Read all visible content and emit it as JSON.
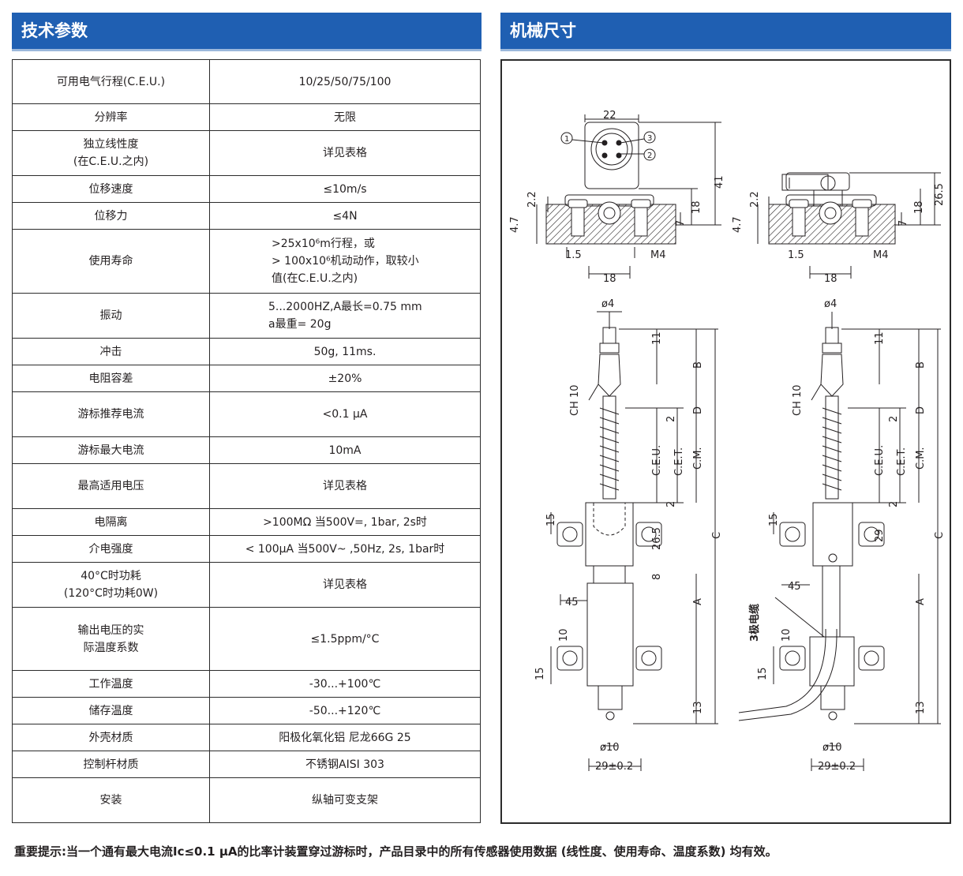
{
  "sections": {
    "specs_title": "技术参数",
    "dimensions_title": "机械尺寸"
  },
  "specs": [
    {
      "label": [
        "可用电气行程(C.E.U.)"
      ],
      "value": [
        "10/25/50/75/100"
      ]
    },
    {
      "label": [
        "分辨率"
      ],
      "value": [
        "无限"
      ]
    },
    {
      "label": [
        "独立线性度",
        "(在C.E.U.之内)"
      ],
      "value": [
        "详见表格"
      ]
    },
    {
      "label": [
        "位移速度"
      ],
      "value": [
        "≤10m/s"
      ]
    },
    {
      "label": [
        "位移力"
      ],
      "value": [
        "≤4N"
      ]
    },
    {
      "label": [
        "使用寿命"
      ],
      "value": [
        ">25x10⁶m行程，或",
        "> 100x10⁶机动动作，取较小",
        "值(在C.E.U.之内)"
      ]
    },
    {
      "label": [
        "振动"
      ],
      "value": [
        "5...2000HZ,A最长=0.75 mm",
        "a最重= 20g"
      ]
    },
    {
      "label": [
        "冲击"
      ],
      "value": [
        "50g, 11ms."
      ]
    },
    {
      "label": [
        "电阻容差"
      ],
      "value": [
        "±20%"
      ]
    },
    {
      "label": [
        "游标推荐电流"
      ],
      "value": [
        "<0.1 μA"
      ]
    },
    {
      "label": [
        "游标最大电流"
      ],
      "value": [
        "10mA"
      ]
    },
    {
      "label": [
        "最高适用电压"
      ],
      "value": [
        "详见表格"
      ]
    },
    {
      "label": [
        "电隔离"
      ],
      "value": [
        ">100MΩ 当500V=, 1bar, 2s时"
      ]
    },
    {
      "label": [
        "介电强度"
      ],
      "value": [
        "< 100μA  当500V~ ,50Hz, 2s, 1bar时"
      ]
    },
    {
      "label": [
        "40°C时功耗",
        "(120°C时功耗0W)"
      ],
      "value": [
        "详见表格"
      ]
    },
    {
      "label": [
        "输出电压的实",
        "际温度系数"
      ],
      "value": [
        "≤1.5ppm/°C"
      ]
    },
    {
      "label": [
        "工作温度"
      ],
      "value": [
        "-30...+100℃"
      ]
    },
    {
      "label": [
        "储存温度"
      ],
      "value": [
        "-50...+120℃"
      ]
    },
    {
      "label": [
        "外壳材质"
      ],
      "value": [
        "阳极化氧化铝 尼龙66G 25"
      ]
    },
    {
      "label": [
        "控制杆材质"
      ],
      "value": [
        "不锈钢AISI 303"
      ]
    },
    {
      "label": [
        "安装"
      ],
      "value": [
        "纵轴可变支架"
      ]
    }
  ],
  "drawing": {
    "dims": {
      "d22": "22",
      "d41": "41",
      "d18": "18",
      "d2_2": "2.2",
      "d4_7": "4.7",
      "d7": "7",
      "d1_5": "1.5",
      "m4": "M4",
      "d26_5": "26.5",
      "phi4": "ø4",
      "d11": "11",
      "ch10": "CH 10",
      "d2": "2",
      "ceu": "C.E.U.",
      "cet": "C.E.T.",
      "cm": "C.M.",
      "B": "B",
      "D": "D",
      "C": "C",
      "A": "A",
      "d15": "15",
      "d8": "8",
      "d45": "45",
      "d10": "10",
      "d13": "13",
      "d29": "29",
      "phi10": "ø10",
      "d29tol": "29±0.2",
      "cable": "3极电缆",
      "pin1": "1",
      "pin2": "2",
      "pin3": "3"
    }
  },
  "footnote": "重要提示:当一个通有最大电流Ic≤0.1 μA的比率计装置穿过游标时，产品目录中的所有传感器使用数据 (线性度、使用寿命、温度系数) 均有效。",
  "colors": {
    "banner": "#1f5fb2",
    "banner_bar": "#9cb8dc"
  }
}
